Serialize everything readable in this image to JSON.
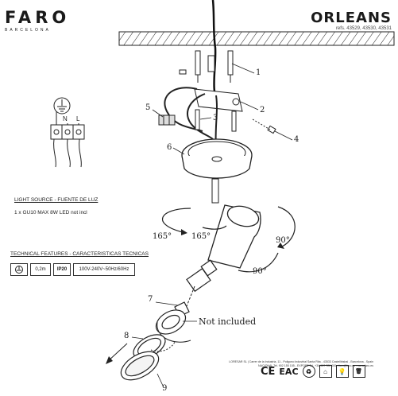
{
  "header": {
    "brand": "FARO",
    "brand_sub": "BARCELONA",
    "model": "ORLEANS",
    "refs": "refs. 43529, 43530, 43531"
  },
  "light_source": {
    "title": "LIGHT SOURCE - FUENTE DE LUZ",
    "text": "1 x GU10 MAX 8W LED not incl"
  },
  "technical": {
    "title": "TECHNICAL FEATURES - CARACTERISTICAS TECNICAS",
    "boxes": [
      "",
      "0,2m",
      "IP20",
      "100V-240V~50Hz/60Hz"
    ]
  },
  "wiring": {
    "labels": [
      "N",
      "L"
    ]
  },
  "callouts": [
    "1",
    "2",
    "3",
    "4",
    "5",
    "6",
    "7",
    "8",
    "9"
  ],
  "angles": [
    "165°",
    "165°",
    "90°",
    "90°"
  ],
  "not_included": "Not included",
  "footer": {
    "line1": "LORESAR SL | Carrer de la Industria, 11 - Poligono Industrial Santa Rita - 43533 Castellbisbal - Barcelona - Spain",
    "line2": "NACIONAL Tel. 902 155 155 - EXPORT Tel. +34 937 722 000 - faro@faro.es - www.faro.es"
  },
  "certs": [
    "CE",
    "EAC"
  ]
}
